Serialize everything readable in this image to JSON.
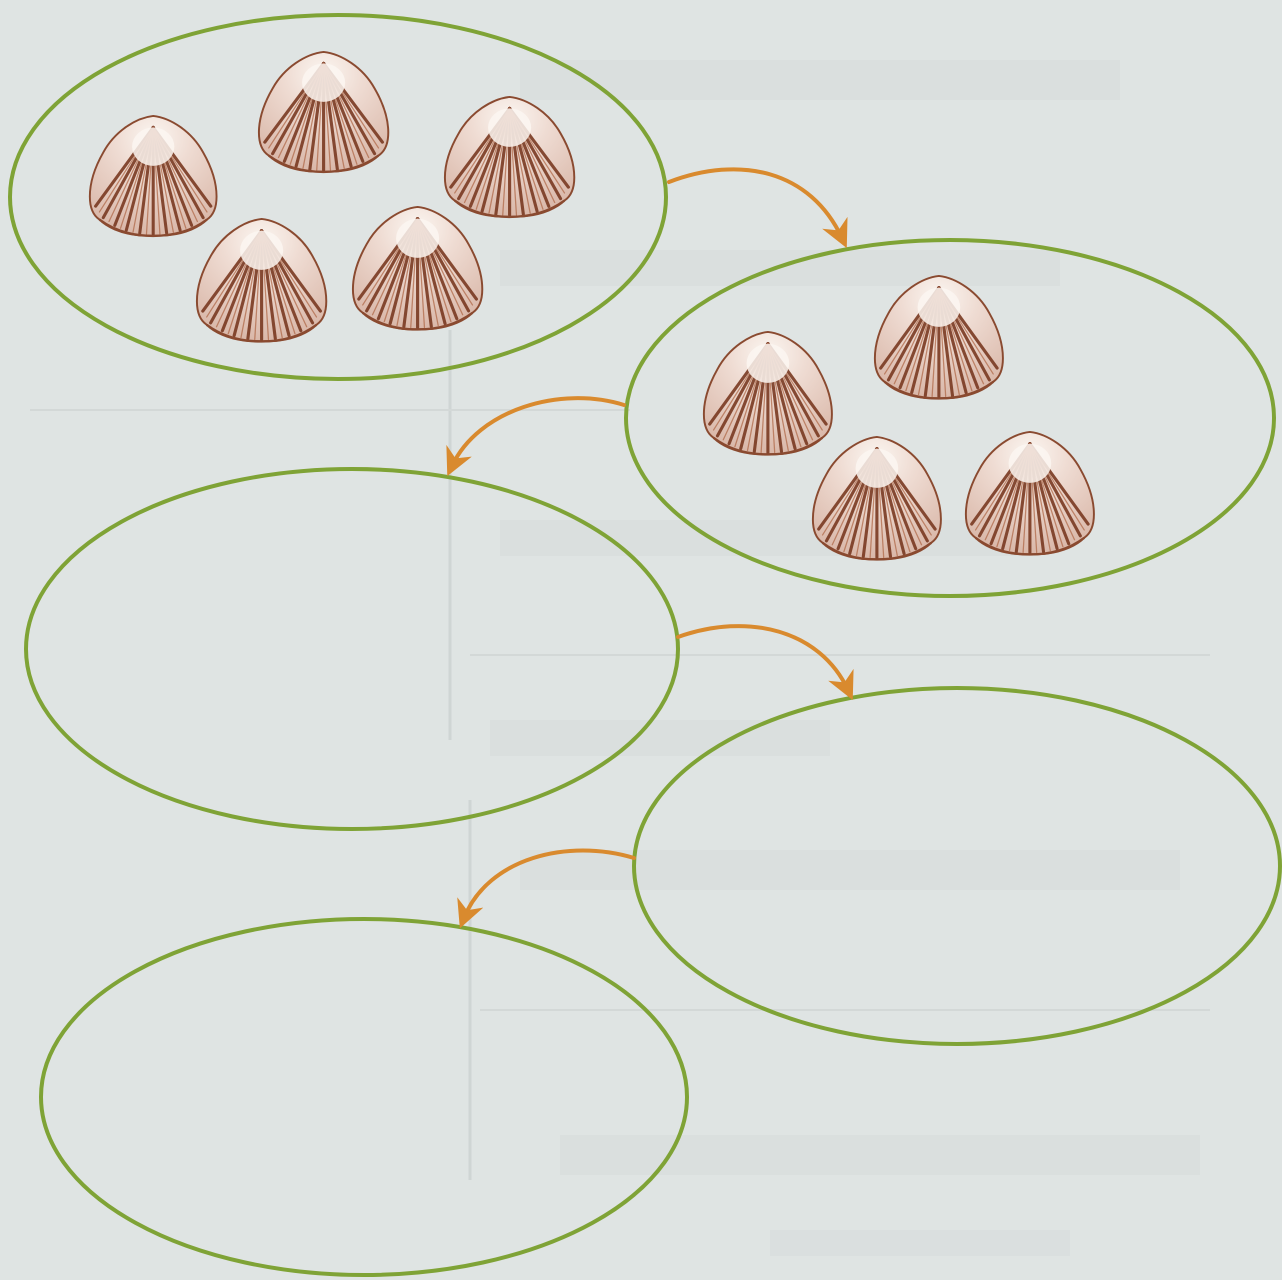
{
  "diagram": {
    "description_free": true,
    "colors": {
      "background": "#dfe4e3",
      "oval_stroke": "#7fa336",
      "arrow": "#d98a2e",
      "shell_rib": "#7a3a22",
      "shell_light": "#f6ede6"
    },
    "stages": [
      {
        "shell_count": 5
      },
      {
        "shell_count": 4
      },
      {
        "shell_count": null
      },
      {
        "shell_count": null
      },
      {
        "shell_count": null
      }
    ],
    "arrow_count": 4
  }
}
